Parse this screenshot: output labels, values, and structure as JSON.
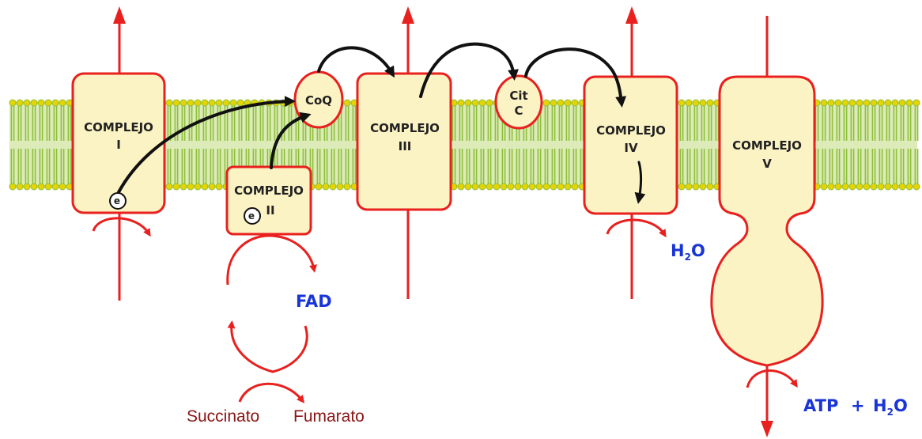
{
  "complexes": [
    {
      "line1": "COMPLEJO",
      "line2": "I"
    },
    {
      "line1": "COMPLEJO",
      "line2": "II"
    },
    {
      "line1": "COMPLEJO",
      "line2": "III"
    },
    {
      "line1": "COMPLEJO",
      "line2": "IV"
    },
    {
      "line1": "COMPLEJO",
      "line2": "V"
    }
  ],
  "carriers": {
    "coq": "CoQ",
    "cytc_line1": "Cit",
    "cytc_line2": "C"
  },
  "electron": {
    "symbol": "e",
    "charge": "-"
  },
  "products": {
    "water_h": "H",
    "water_sub": "2",
    "water_o": "O",
    "fad": "FAD",
    "atp": "ATP",
    "plus": "+",
    "atp_water_h": "H",
    "atp_water_sub": "2",
    "atp_water_o": "O"
  },
  "substrates": {
    "succinato": "Succinato",
    "fumarato": "Fumarato"
  },
  "colors": {
    "membrane": "#8dbf3a",
    "lipid_head": "#e6d400",
    "complex_fill": "#fcf3c4",
    "complex_stroke": "#e8201e",
    "arrow_red": "#e8201e",
    "arrow_black": "#111111",
    "label_blue": "#1a35d6",
    "label_darkred": "#8b1414"
  }
}
